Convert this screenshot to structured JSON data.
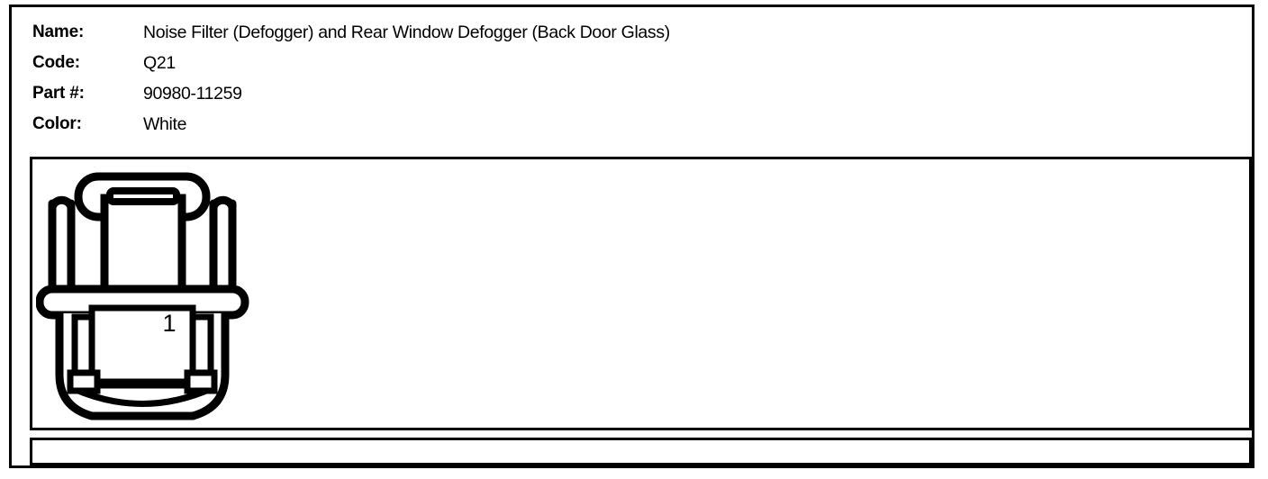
{
  "part": {
    "fields": [
      {
        "label": "Name:",
        "value": "Noise Filter (Defogger) and Rear Window Defogger (Back Door Glass)"
      },
      {
        "label": "Code:",
        "value": "Q21"
      },
      {
        "label": "Part #:",
        "value": "90980-11259"
      },
      {
        "label": "Color:",
        "value": "White"
      }
    ]
  },
  "figure": {
    "callout_number": "1",
    "icon_name": "electrical-connector-diagram",
    "line_color": "#000000",
    "fill_color": "#FFFFFF"
  },
  "colors": {
    "border": "#000000",
    "background": "#FFFFFF",
    "text": "#000000"
  }
}
